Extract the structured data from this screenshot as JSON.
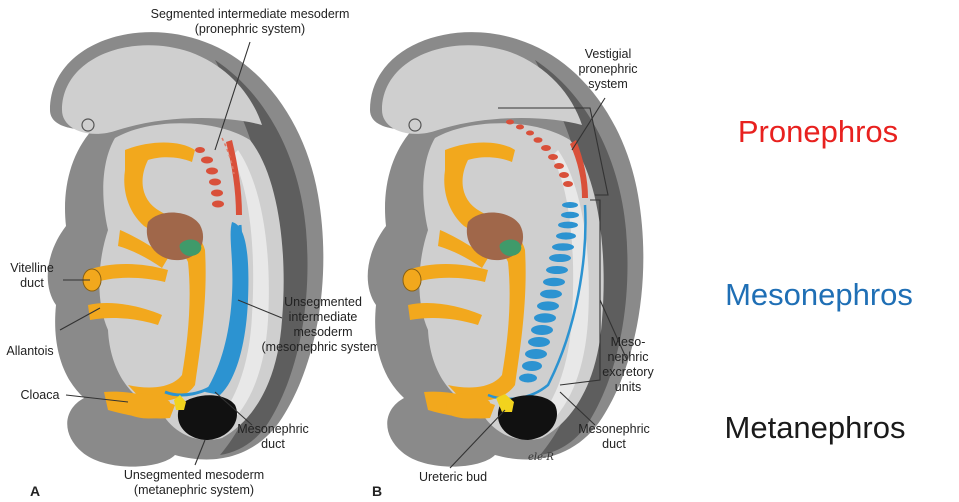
{
  "figure": {
    "panel_a": {
      "letter": "A",
      "labels": {
        "segmented_line1": "Segmented intermediate mesoderm",
        "segmented_line2": "(pronephric system)",
        "vitelline_line1": "Vitelline",
        "vitelline_line2": "duct",
        "allantois": "Allantois",
        "cloaca": "Cloaca",
        "unsegmented_line1": "Unsegmented",
        "unsegmented_line2": "intermediate",
        "unsegmented_line3": "mesoderm",
        "unsegmented_line4": "(mesonephric system)",
        "mesonephric_duct_line1": "Mesonephric",
        "mesonephric_duct_line2": "duct",
        "metanephric_line1": "Unsegmented mesoderm",
        "metanephric_line2": "(metanephric system)"
      }
    },
    "panel_b": {
      "letter": "B",
      "labels": {
        "vestigial_line1": "Vestigial",
        "vestigial_line2": "pronephric",
        "vestigial_line3": "system",
        "excretory_line1": "Meso-",
        "excretory_line2": "nephric",
        "excretory_line3": "excretory",
        "excretory_line4": "units",
        "mesonephric_duct_line1": "Mesonephric",
        "mesonephric_duct_line2": "duct",
        "ureteric_bud": "Ureteric bud",
        "signature": "ele-R"
      }
    }
  },
  "legend": {
    "pronephros": {
      "text": "Pronephros",
      "color": "#e8211f"
    },
    "mesonephros": {
      "text": "Mesonephros",
      "color": "#1f6fb5"
    },
    "metanephros": {
      "text": "Metanephros",
      "color": "#1a1a1a"
    }
  },
  "colors": {
    "embryo_outer": "#8a8a8a",
    "embryo_dark": "#5e5e5e",
    "embryo_inner": "#cfcfcf",
    "embryo_cavity": "#e8e8e8",
    "gut_yellow": "#f2a81d",
    "liver_brown": "#a0674a",
    "pronephric_red": "#d9503a",
    "mesonephric_blue": "#2c93d1",
    "metanephric_black": "#111111",
    "cloaca_yellow": "#f2d31d",
    "gland_green": "#3f9a6a"
  }
}
